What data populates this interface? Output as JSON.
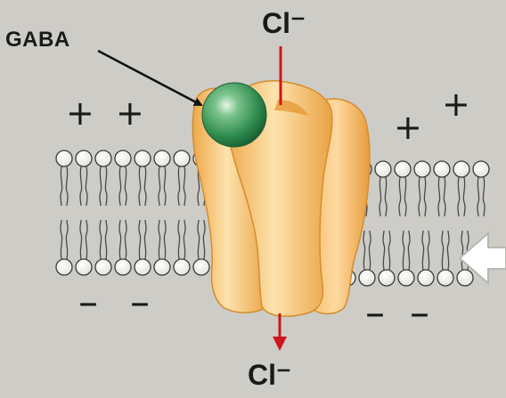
{
  "labels": {
    "ligand": "GABA",
    "ion_top": "Cl⁻",
    "ion_bottom": "Cl⁻"
  },
  "charges": {
    "outside_left": [
      "+",
      "+"
    ],
    "outside_right": [
      "+",
      "+"
    ],
    "inside_left": [
      "–",
      "–"
    ],
    "inside_right": [
      "–",
      "–"
    ]
  },
  "colors": {
    "background": "#cdccc7",
    "channel": "#f2b04e",
    "ligand": "#2e8b4e",
    "ion_flow": "#d0141b",
    "pointer": "#ffffff"
  }
}
